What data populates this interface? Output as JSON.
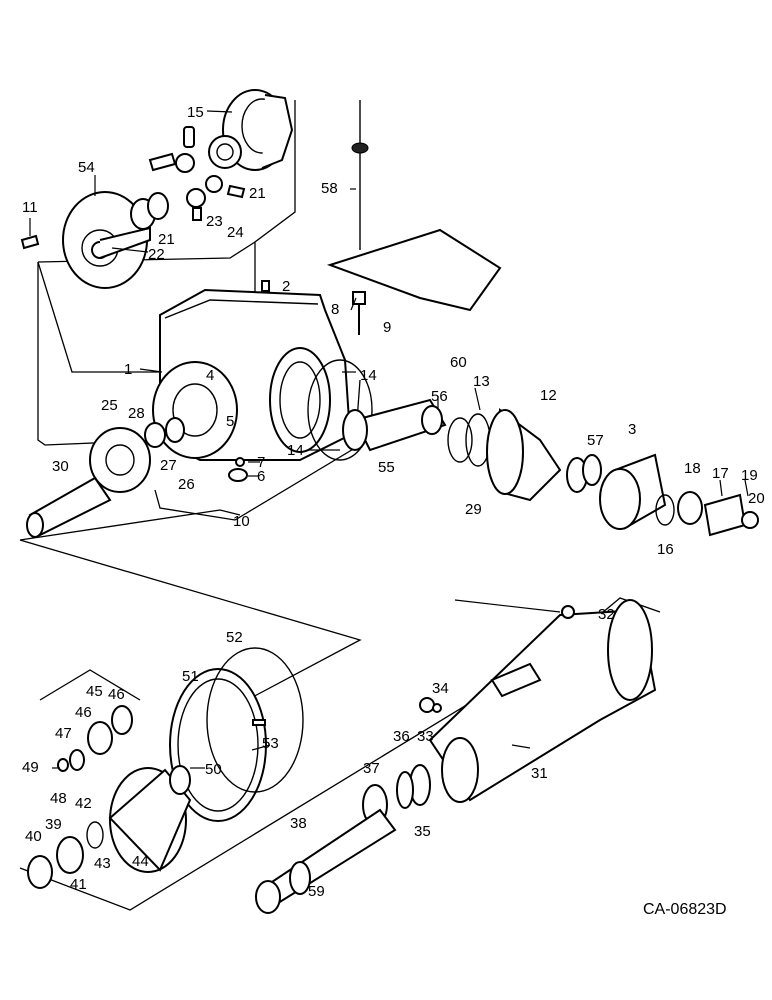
{
  "callouts": [
    "1",
    "2",
    "3",
    "4",
    "5",
    "6",
    "7",
    "8",
    "9",
    "10",
    "11",
    "12",
    "13",
    "14",
    "14",
    "15",
    "16",
    "17",
    "18",
    "19",
    "20",
    "21",
    "21",
    "22",
    "23",
    "24",
    "25",
    "26",
    "27",
    "28",
    "29",
    "30",
    "31",
    "32",
    "33",
    "34",
    "35",
    "36",
    "37",
    "38",
    "39",
    "40",
    "41",
    "42",
    "43",
    "44",
    "45",
    "46",
    "46",
    "47",
    "48",
    "49",
    "50",
    "51",
    "52",
    "53",
    "54",
    "55",
    "56",
    "57",
    "58",
    "59",
    "60"
  ],
  "drawing_code": "CA-06823D"
}
